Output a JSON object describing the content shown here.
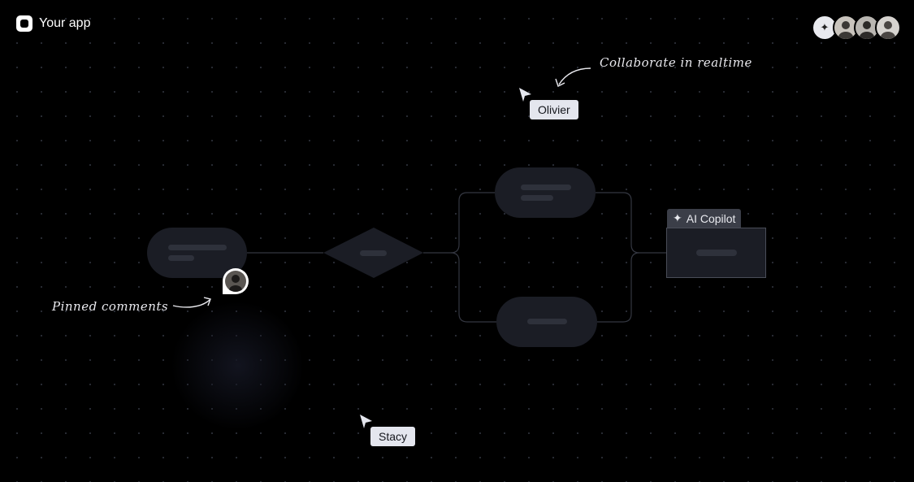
{
  "app": {
    "title": "Your app"
  },
  "annotations": {
    "collaborate": "Collaborate in realtime",
    "pinned": "Pinned comments"
  },
  "cursors": [
    {
      "name": "Olivier"
    },
    {
      "name": "Stacy"
    }
  ],
  "copilot": {
    "label": "AI Copilot",
    "icon": "sparkle-icon"
  },
  "avatars": [
    {
      "kind": "ai",
      "icon": "sparkle-icon"
    },
    {
      "kind": "user"
    },
    {
      "kind": "user"
    },
    {
      "kind": "user"
    }
  ],
  "colors": {
    "background": "#000000",
    "node_fill": "#1b1d25",
    "node_line": "#2e313b",
    "edge": "#343741",
    "label_bg": "#e4e6ee",
    "copilot_tag": "#3b3e48",
    "copilot_border": "#4a4d58"
  }
}
